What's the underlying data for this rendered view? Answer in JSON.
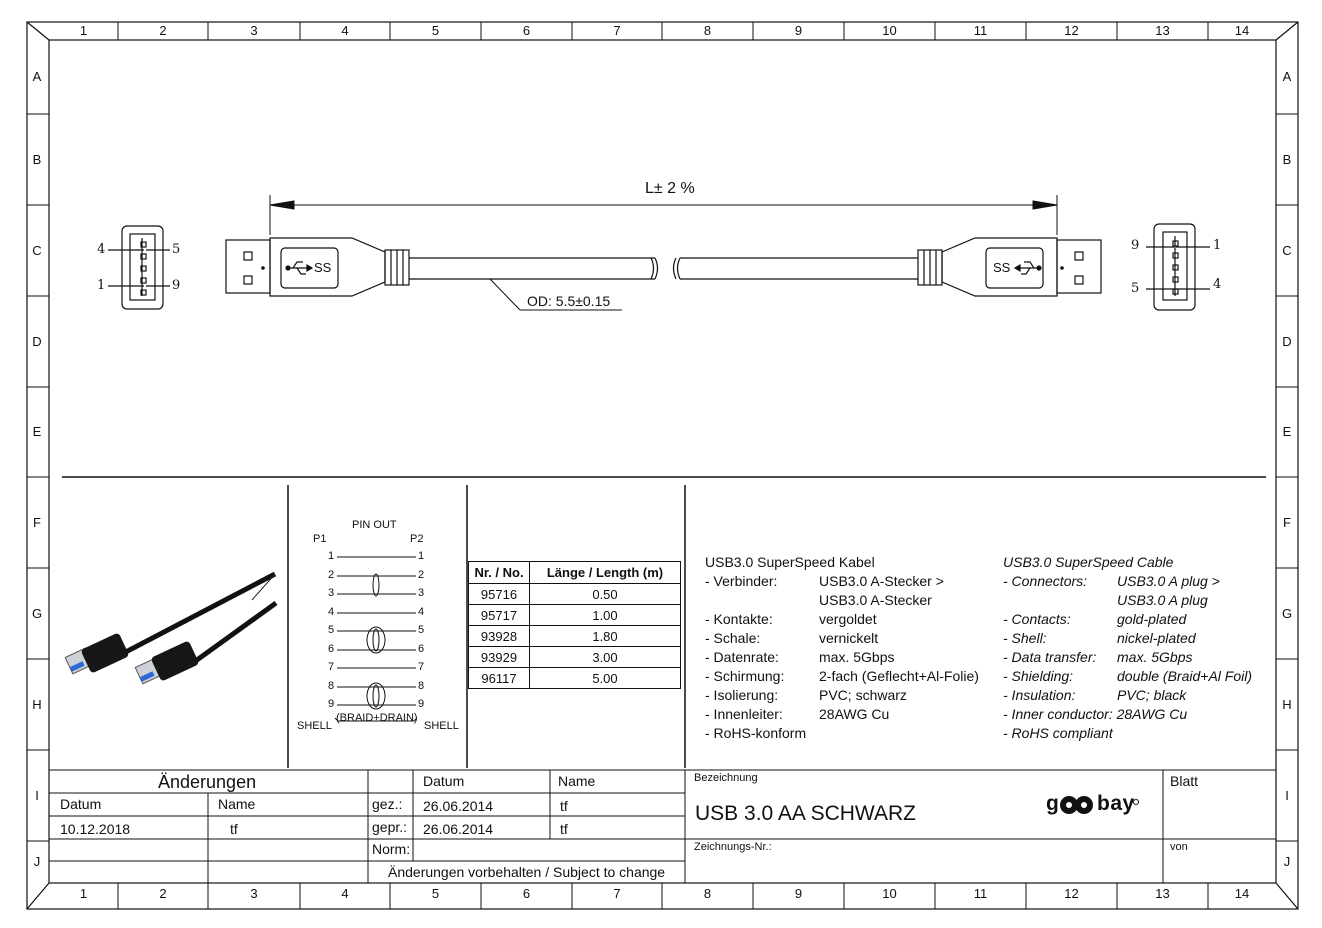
{
  "frame": {
    "columns": [
      "1",
      "2",
      "3",
      "4",
      "5",
      "6",
      "7",
      "8",
      "9",
      "10",
      "11",
      "12",
      "13",
      "14"
    ],
    "rows": [
      "A",
      "B",
      "C",
      "D",
      "E",
      "F",
      "G",
      "H",
      "I",
      "J"
    ]
  },
  "drawing": {
    "length_label": "L± 2 %",
    "od_label": "OD: 5.5±0.15",
    "left_pins": {
      "tl": "4",
      "tr": "5",
      "bl": "1",
      "br": "9"
    },
    "right_pins": {
      "tl": "9",
      "tr": "1",
      "bl": "5",
      "br": "4"
    },
    "ss_label": "SS"
  },
  "pinout": {
    "title": "PIN OUT",
    "p1": "P1",
    "p2": "P2",
    "pins": [
      "1",
      "2",
      "3",
      "4",
      "5",
      "6",
      "7",
      "8",
      "9"
    ],
    "shell_left": "SHELL",
    "shell_right": "SHELL",
    "braid": "(BRAID+DRAIN)"
  },
  "variants": {
    "header_nr": "Nr. / No.",
    "header_len": "Länge / Length (m)",
    "rows": [
      {
        "nr": "95716",
        "len": "0.50"
      },
      {
        "nr": "95717",
        "len": "1.00"
      },
      {
        "nr": "93928",
        "len": "1.80"
      },
      {
        "nr": "93929",
        "len": "3.00"
      },
      {
        "nr": "96117",
        "len": "5.00"
      }
    ]
  },
  "spec_de": {
    "title": "USB3.0 SuperSpeed Kabel",
    "items": [
      {
        "k": "- Verbinder:",
        "v": "USB3.0 A-Stecker >"
      },
      {
        "k": "",
        "v": "USB3.0 A-Stecker"
      },
      {
        "k": "- Kontakte:",
        "v": "vergoldet"
      },
      {
        "k": "- Schale:",
        "v": "vernickelt"
      },
      {
        "k": "- Datenrate:",
        "v": "max. 5Gbps"
      },
      {
        "k": "- Schirmung:",
        "v": "2-fach (Geflecht+Al-Folie)"
      },
      {
        "k": "- Isolierung:",
        "v": "PVC; schwarz"
      },
      {
        "k": "- Innenleiter:",
        "v": "28AWG Cu"
      },
      {
        "k": "- RoHS-konform",
        "v": ""
      }
    ]
  },
  "spec_en": {
    "title": "USB3.0 SuperSpeed Cable",
    "items": [
      {
        "k": "- Connectors:",
        "v": "USB3.0 A plug >"
      },
      {
        "k": "",
        "v": "USB3.0 A plug"
      },
      {
        "k": "- Contacts:",
        "v": "gold-plated"
      },
      {
        "k": "- Shell:",
        "v": "nickel-plated"
      },
      {
        "k": "- Data transfer:",
        "v": "max. 5Gbps"
      },
      {
        "k": "- Shielding:",
        "v": "double (Braid+Al Foil)"
      },
      {
        "k": "- Insulation:",
        "v": "PVC; black"
      },
      {
        "k": "- Inner conductor: 28AWG Cu",
        "v": ""
      },
      {
        "k": "- RoHS compliant",
        "v": ""
      }
    ]
  },
  "titleblock": {
    "aenderungen": "Änderungen",
    "datum_hdr": "Datum",
    "name_hdr": "Name",
    "change_date": "10.12.2018",
    "change_name": "tf",
    "datum_col": "Datum",
    "name_col": "Name",
    "gez": "gez.:",
    "gez_date": "26.06.2014",
    "gez_name": "tf",
    "gepr": "gepr.:",
    "gepr_date": "26.06.2014",
    "gepr_name": "tf",
    "norm": "Norm:",
    "notice": "Änderungen vorbehalten / Subject to change",
    "bezeichnung_label": "Bezeichnung",
    "bezeichnung": "USB 3.0 AA SCHWARZ",
    "zeichnungs_label": "Zeichnungs-Nr.:",
    "blatt": "Blatt",
    "von": "von",
    "logo": "goobay"
  }
}
